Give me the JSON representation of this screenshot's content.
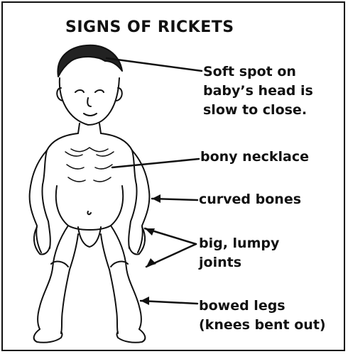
{
  "title": "SIGNS OF RICKETS",
  "labels": {
    "soft_spot": [
      "Soft spot on",
      "baby’s head is",
      "slow to close."
    ],
    "necklace": [
      "bony necklace"
    ],
    "curved": [
      "curved bones"
    ],
    "joints": [
      "big, lumpy",
      "joints"
    ],
    "bowed": [
      "bowed legs",
      "(knees bent out)"
    ]
  }
}
